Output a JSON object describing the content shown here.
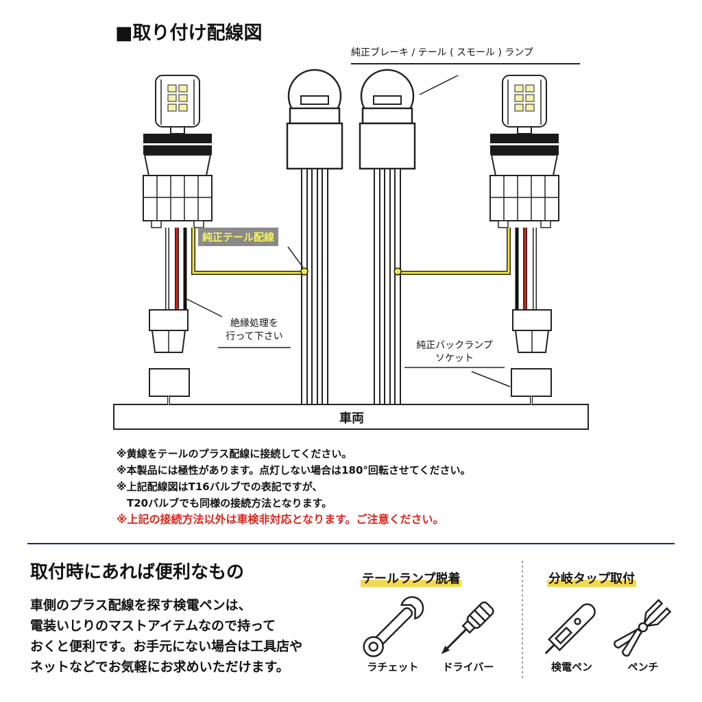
{
  "wiring": {
    "title": "■取り付け配線図",
    "lamp_label": "純正ブレーキ / テール ( スモール ) ランプ",
    "tail_wire_label": "純正テール配線",
    "insulate_note": [
      "絶縁処理を",
      "行って下さい"
    ],
    "socket_label": [
      "純正バックランプ",
      "ソケット"
    ],
    "vehicle_label": "車両"
  },
  "notes": [
    "※黄線をテールのプラス配線に接続してください。",
    "※本製品には極性があります。点灯しない場合は180°回転させてください。",
    "※上記配線図はT16バルブでの表記ですが、",
    "　T20バルブでも同様の接続方法となります。"
  ],
  "warning": "※上記の接続方法以外は車検非対応となります。ご注意ください。",
  "tools": {
    "heading": "取付時にあれば便利なもの",
    "description": [
      "車側のプラス配線を探す検電ペンは、",
      "電装いじりのマストアイテムなので持って",
      "おくと便利です。お手元にない場合は工具店や",
      "ネットなどでお気軽にお求めいただけます。"
    ],
    "category_a": "テールランプ脱着",
    "category_b": "分岐タップ取付",
    "items": [
      "ラチェット",
      "ドライバー",
      "検電ペン",
      "ペンチ"
    ]
  },
  "colors": {
    "yellow_wire": "#f2e83a",
    "red_wire": "#e0221a",
    "warning_text": "#d8261c",
    "label_box": "#8a8a8a",
    "label_text": "#f6f35a",
    "divider": "#1c2a6a",
    "highlight": "#f3d84a",
    "led": "#f5f0b0"
  }
}
